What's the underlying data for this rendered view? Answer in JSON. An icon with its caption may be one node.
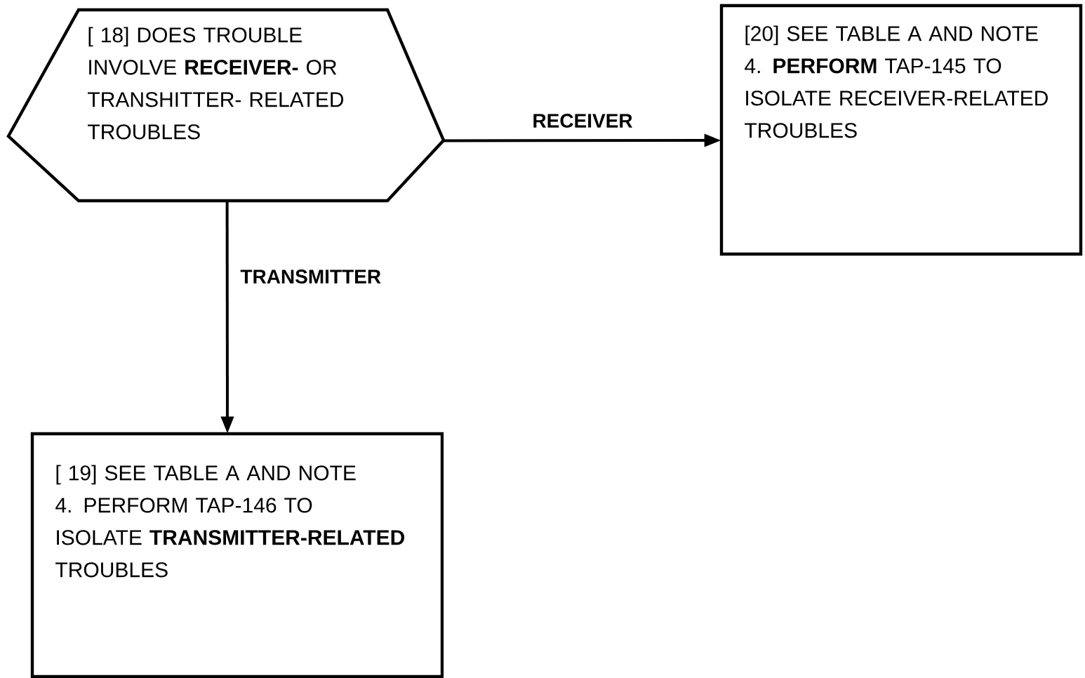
{
  "diagram": {
    "nodes": [
      {
        "text": [
          "[ 18] DOES TROUBLE INVOLVE **RECEIVER-** OR TRANSHITTER- RELATED TROUBLES"
        ]
      },
      {
        "text": [
          "[20] SEE TABLE A AND NOTE 4. **PERFORM** TAP-145 TO ISOLATE RECEIVER-RELATED TROUBLES"
        ]
      },
      {
        "text": [
          "[ 19] SEE TABLE A AND NOTE 4. PERFORM TAP-146 TO ISOLATE **TRANSMITTER-RELATED** TROUBLES"
        ]
      }
    ],
    "edges": [
      {
        "from": 0,
        "to": 1,
        "arrow": "to",
        "label": "RECEIVER"
      },
      {
        "from": 0,
        "to": 2,
        "arrow": "to",
        "label": "TRANSMITTER"
      }
    ]
  }
}
